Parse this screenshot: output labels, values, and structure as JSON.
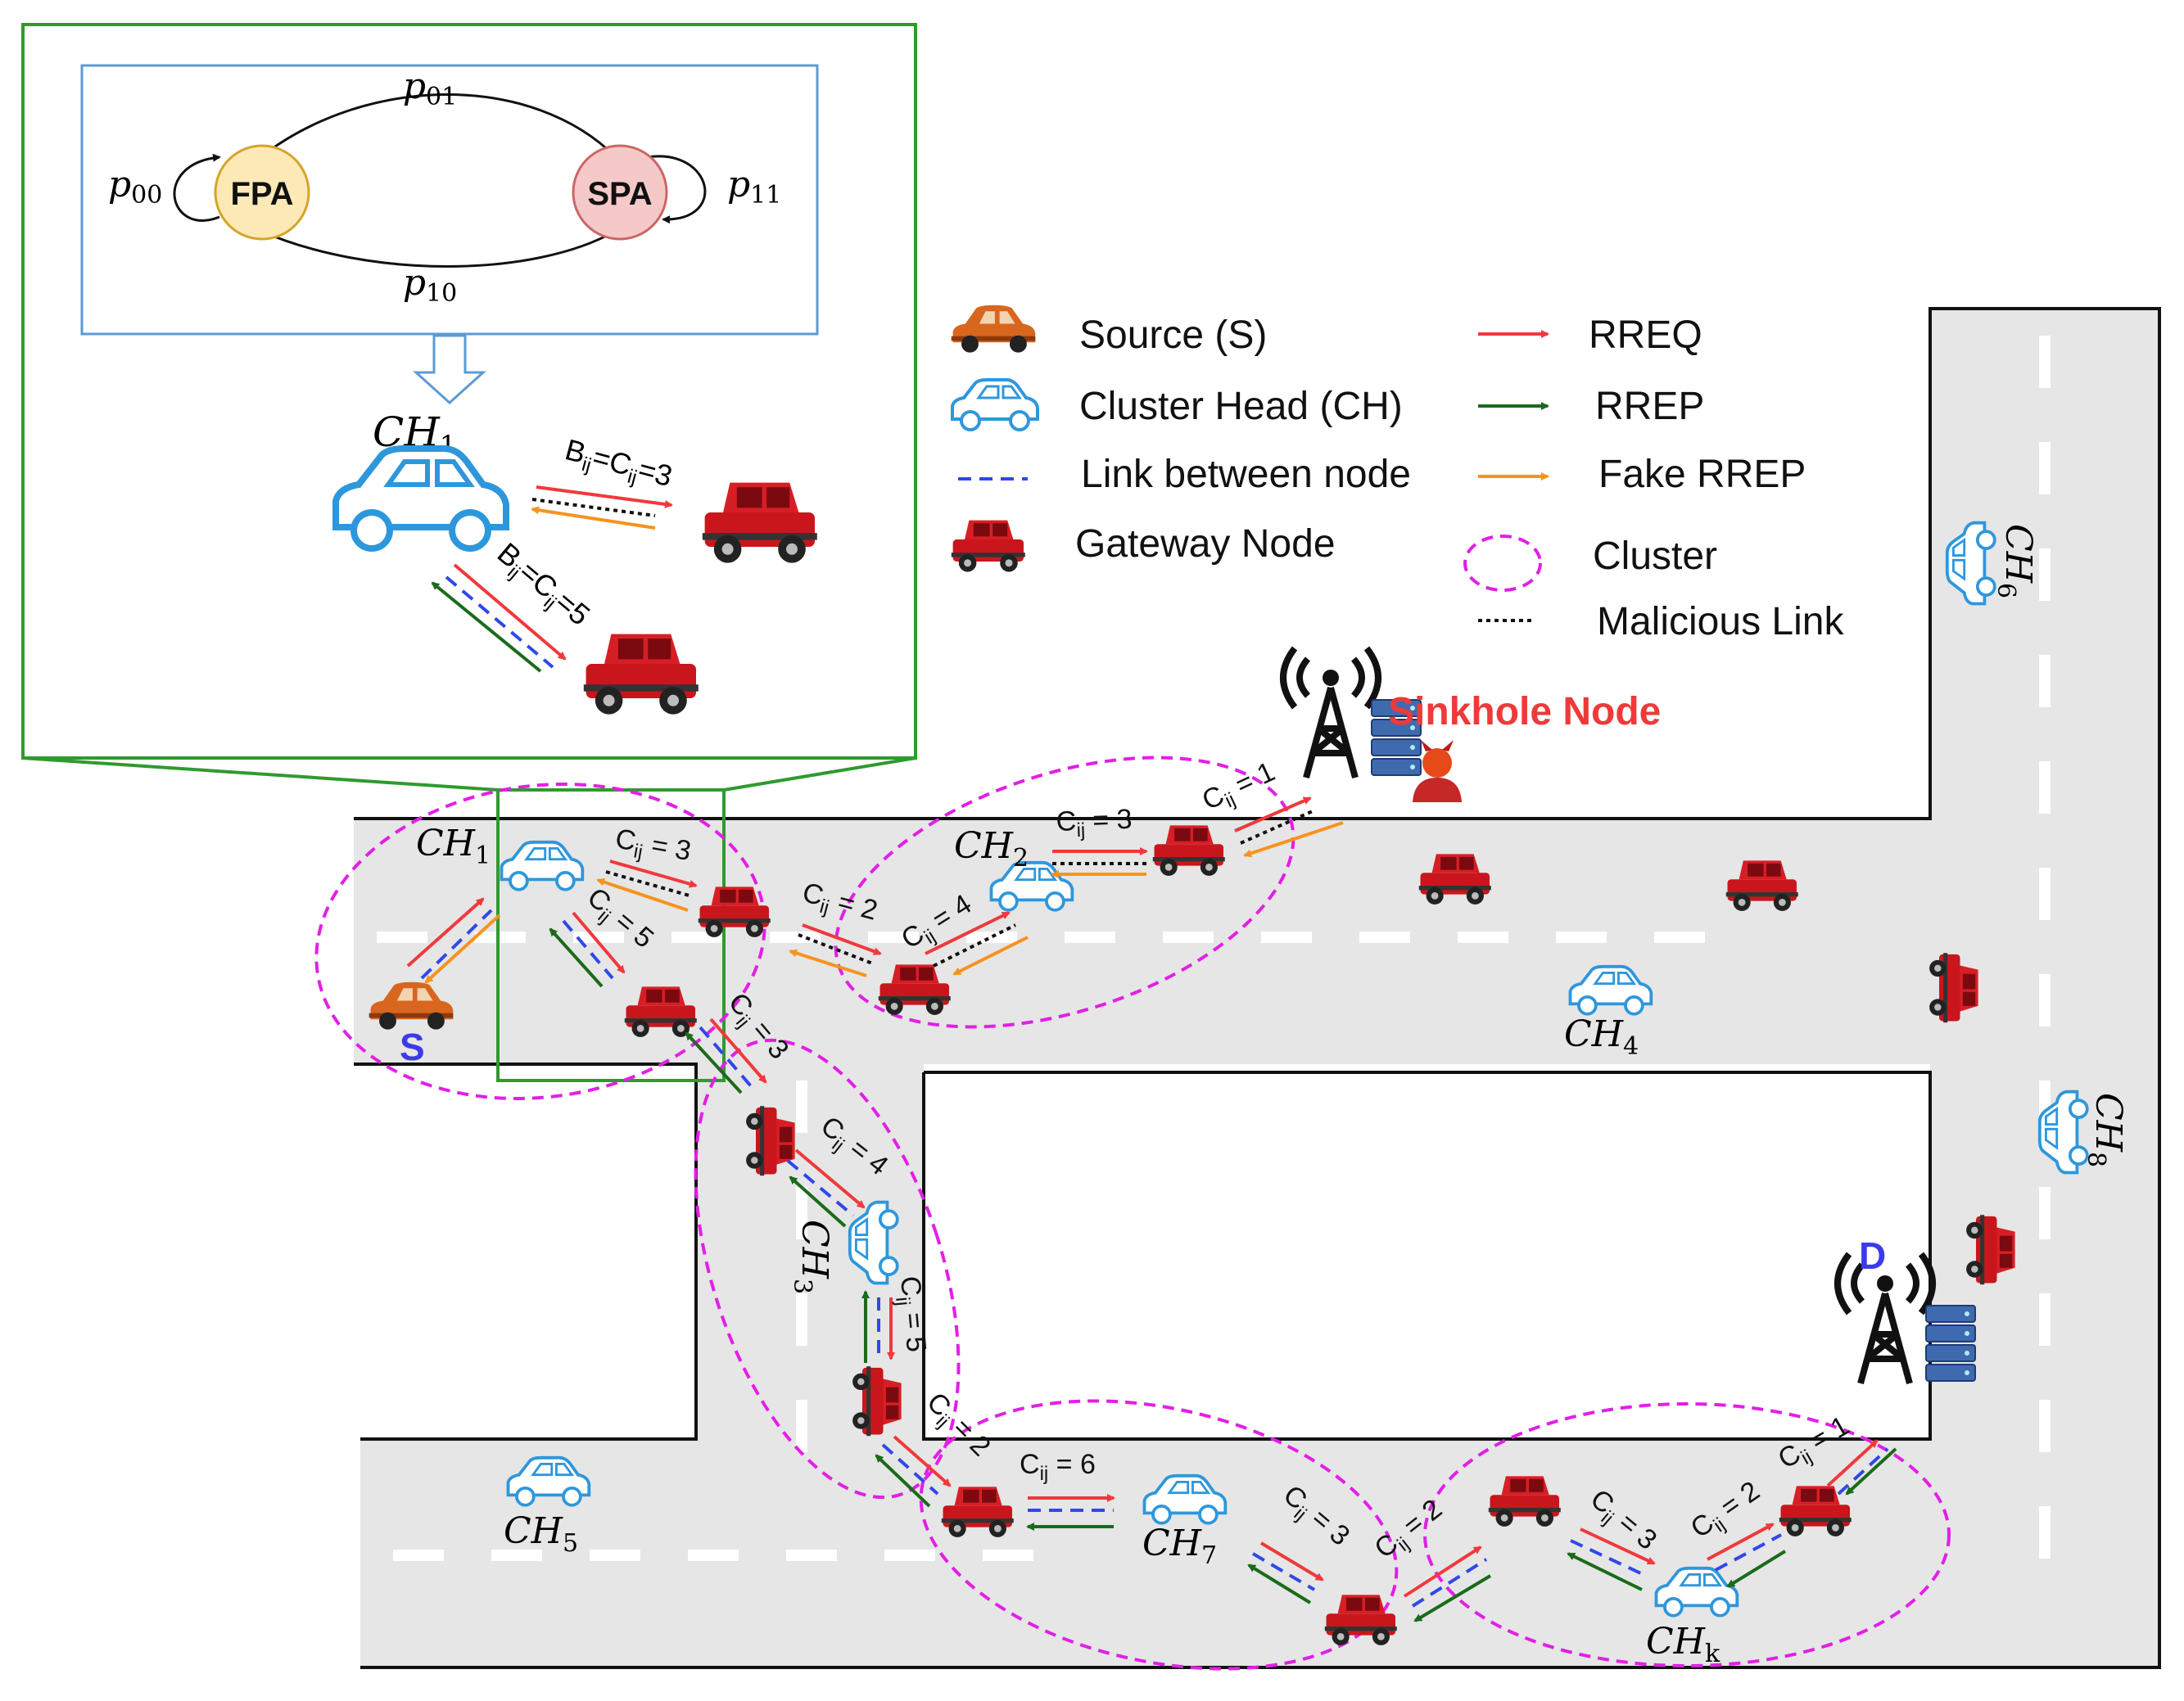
{
  "markov": {
    "state_a": "FPA",
    "state_b": "SPA",
    "p00": "p",
    "p00_sub": "00",
    "p01": "p",
    "p01_sub": "01",
    "p10": "p",
    "p10_sub": "10",
    "p11": "p",
    "p11_sub": "11"
  },
  "inset": {
    "ch_label": "CH",
    "ch_sub": "1",
    "link_top": "B",
    "link_top_sub1": "ij",
    "link_top_mid": "=C",
    "link_top_sub2": "ij",
    "link_top_val": "=3",
    "link_bottom": "B",
    "link_bottom_sub1": "ij",
    "link_bottom_mid": "=C",
    "link_bottom_sub2": "ij",
    "link_bottom_val": "=5"
  },
  "legend": {
    "source": "Source (S)",
    "cluster_head": "Cluster Head (CH)",
    "link": "Link between node",
    "gateway": "Gateway Node",
    "rreq": "RREQ",
    "rrep": "RREP",
    "fake_rrep": "Fake RREP",
    "cluster": "Cluster",
    "malicious": "Malicious Link"
  },
  "sinkhole_label": "Sinkhole Node",
  "source_label": "S",
  "dest_label": "D",
  "ch_prefix": "CH",
  "ch_labels": {
    "ch1": "1",
    "ch2": "2",
    "ch3": "3",
    "ch4": "4",
    "ch5": "5",
    "ch6": "6",
    "ch7": "7",
    "ch8": "8",
    "chk": "k"
  },
  "cost_prefix": "C",
  "cost_sub": "ij",
  "costs": {
    "c_ch1_gw": " = 3",
    "c_ch1_gw2": " = 5",
    "c_gw_gw": " = 2",
    "c_ch2_gw": " = 4",
    "c_ch2_gw2": " = 3",
    "c_sink": " = 1",
    "c_gw_down": " = 3",
    "c_ch3_in": " = 4",
    "c_ch3_out": " = 5",
    "c_gw_ch7a": " = 2",
    "c_ch7": " = 6",
    "c_ch7_out": " = 3",
    "c_gw_mid": " = 2",
    "c_chk_in": " = 3",
    "c_chk_out": " = 2",
    "c_dest": " = 1"
  },
  "colors": {
    "rreq": "#f0393c",
    "rrep": "#1a6b1a",
    "fake": "#f7931e",
    "link": "#3048e8",
    "cluster": "#e21fe6",
    "ch": "#2e97dc",
    "gateway": "#c9161c",
    "road": "#e6e6e6",
    "fpa_fill": "#fde9b6",
    "spa_fill": "#f6c9c9",
    "inset_border": "#2f9a2f",
    "markov_border": "#5b9bd5"
  }
}
